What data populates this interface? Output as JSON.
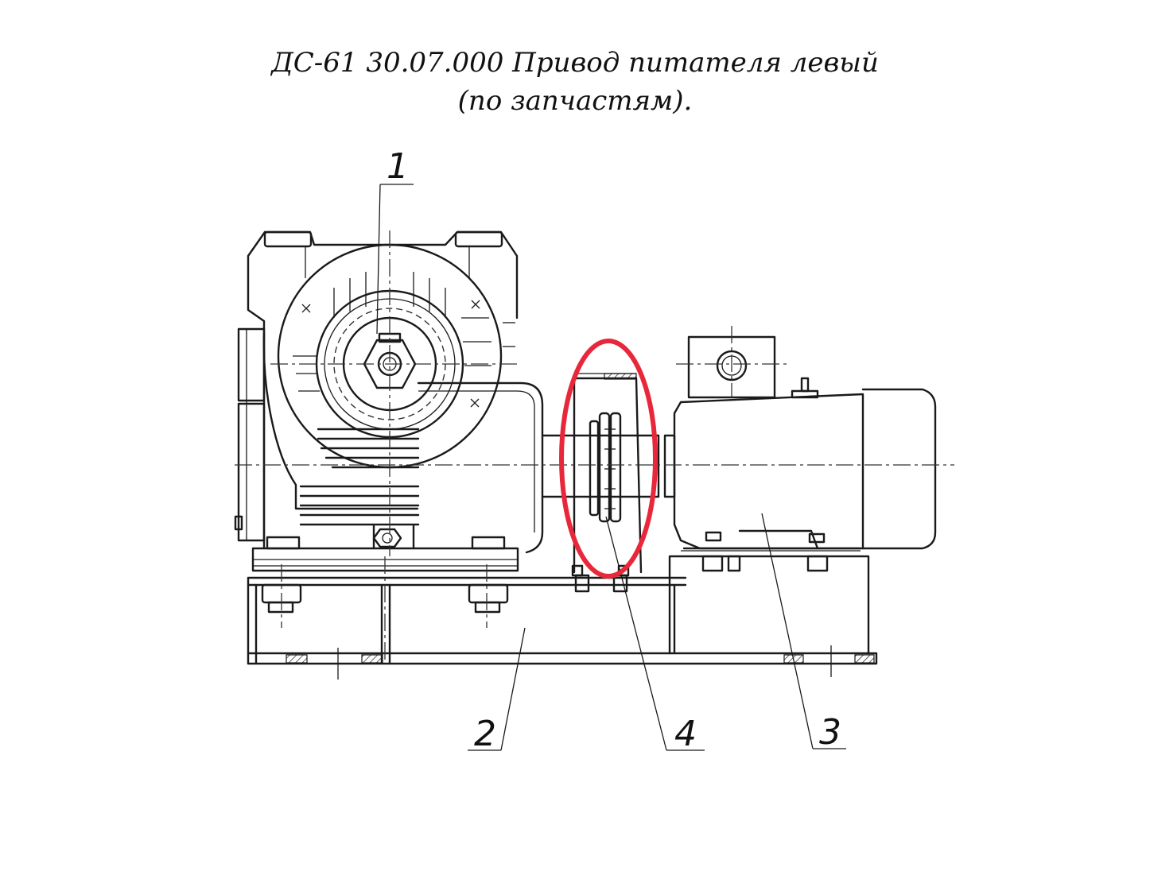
{
  "document": {
    "title_line1": "ДС-61 30.07.000 Привод питателя левый",
    "title_line2": "(по запчастям)."
  },
  "callouts": [
    {
      "id": "1",
      "label": "1"
    },
    {
      "id": "2",
      "label": "2"
    },
    {
      "id": "3",
      "label": "3"
    },
    {
      "id": "4",
      "label": "4"
    }
  ],
  "highlight": {
    "color": "#e8283a",
    "target": "4"
  }
}
